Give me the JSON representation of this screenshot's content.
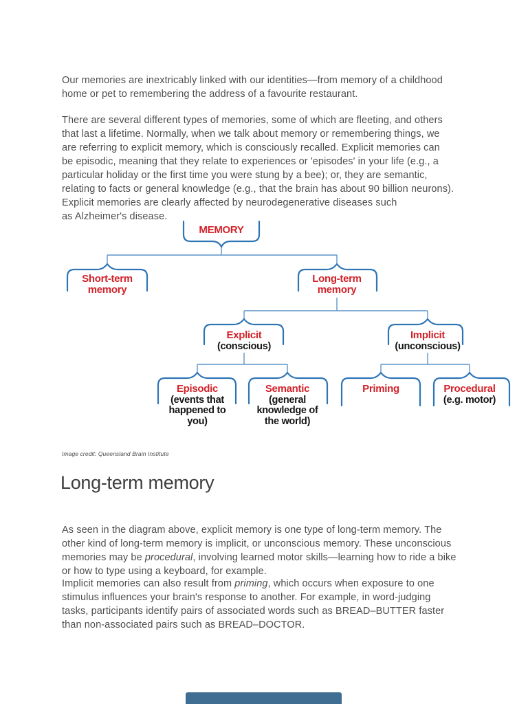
{
  "document": {
    "paragraph1": "Our memories are inextricably linked with our identities—from memory of a childhood\nhome or pet to remembering the address of a favourite restaurant.",
    "paragraph2": "There are several different types of memories, some of which are fleeting, and others\nthat last a lifetime. Normally, when we talk about memory or remembering things, we\nare referring to explicit memory, which is consciously recalled. Explicit memories can\nbe episodic, meaning that they relate to experiences or 'episodes' in your life (e.g., a\nparticular holiday or the first time you were stung by a bee); or, they are semantic,\nrelating to facts or general knowledge (e.g., that the brain has about 90 billion neurons).\nExplicit memories are clearly affected by neurodegenerative diseases such\nas Alzheimer's disease.",
    "figure_caption": "Image credit: Queensland Brain Institute",
    "section_heading": "Long-term memory",
    "paragraph3_pre": "As seen in the diagram above, explicit memory is one type of long-term memory. The\nother kind of long-term memory is implicit, or unconscious memory. These unconscious\nmemories may be ",
    "paragraph3_italic": "procedural",
    "paragraph3_post": ", involving learned motor skills—learning how to ride a bike\nor how to type using a keyboard, for example.",
    "paragraph4_pre": "Implicit memories can also result from ",
    "paragraph4_italic": "priming",
    "paragraph4_post": ", which occurs when exposure to one\nstimulus influences your brain's response to another. For example, in word-judging\ntasks, participants identify pairs of associated words such as BREAD–BUTTER faster\nthan non-associated pairs such as BREAD–DOCTOR."
  },
  "diagram": {
    "root": "MEMORY",
    "short_term": "Short-term\nmemory",
    "long_term": "Long-term\nmemory",
    "explicit": "Explicit",
    "explicit_sub": "(conscious)",
    "implicit": "Implicit",
    "implicit_sub": "(unconscious)",
    "episodic": "Episodic",
    "episodic_sub": "(events that\nhappened to\nyou)",
    "semantic": "Semantic",
    "semantic_sub": "(general\nknowledge of\nthe world)",
    "priming": "Priming",
    "procedural": "Procedural",
    "procedural_sub": "(e.g. motor)",
    "colors": {
      "label_red": "#d2232a",
      "brace_blue": "#2e75b6",
      "connector_blue": "#5b94c7",
      "label_black": "#141414"
    }
  }
}
